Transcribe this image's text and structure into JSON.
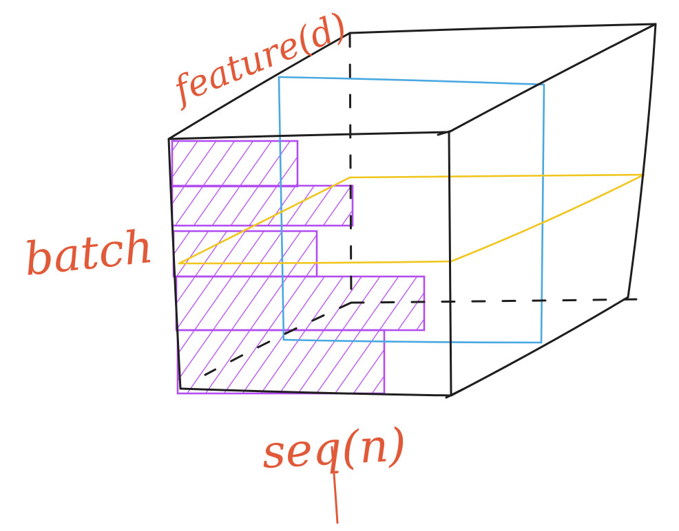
{
  "labels": {
    "feature": "feature(d)",
    "batch": "batch",
    "seq": "seq(n)"
  },
  "colors": {
    "ink": "#1e1e1e",
    "label": "#e05a3a",
    "cyan": "#4aa8e0",
    "yellow": "#f0c61e",
    "purple": "#b24df0",
    "background": "#ffffff"
  }
}
